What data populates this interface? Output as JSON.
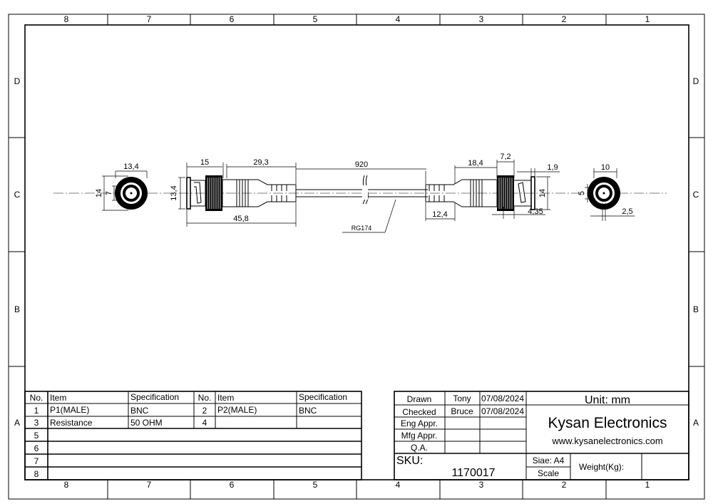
{
  "frame": {
    "columns": [
      "8",
      "7",
      "6",
      "5",
      "4",
      "3",
      "2",
      "1"
    ],
    "rows": [
      "D",
      "C",
      "B",
      "A"
    ]
  },
  "drawing": {
    "left_end_view": {
      "width": "13,4",
      "height": "14",
      "inner": "7"
    },
    "left_connector": {
      "ferrule": "15",
      "boot": "29,3",
      "height": "13,4",
      "total": "45,8"
    },
    "cable": {
      "length": "920",
      "type": "RG174"
    },
    "right_connector": {
      "boot": "18,4",
      "strain": "12,4",
      "nut": "7,2",
      "tip": "1,9",
      "height": "14",
      "pin": "4,35"
    },
    "right_end_view": {
      "width": "10",
      "inner": "5",
      "pin": "2,5"
    }
  },
  "bom": {
    "headers": [
      "No.",
      "Item",
      "Specification",
      "No.",
      "Item",
      "Specification"
    ],
    "rows": [
      [
        "1",
        "P1(MALE)",
        "BNC",
        "2",
        "P2(MALE)",
        "BNC"
      ],
      [
        "3",
        "Resistance",
        "50 OHM",
        "4",
        "",
        ""
      ]
    ],
    "extra_rows": [
      "5",
      "6",
      "7",
      "8"
    ]
  },
  "title_block": {
    "approvals": [
      {
        "role": "Drawn",
        "name": "Tony",
        "date": "07/08/2024"
      },
      {
        "role": "Checked",
        "name": "Bruce",
        "date": "07/08/2024"
      },
      {
        "role": "Eng Appr.",
        "name": "",
        "date": ""
      },
      {
        "role": "Mfg Appr.",
        "name": "",
        "date": ""
      },
      {
        "role": "Q.A.",
        "name": "",
        "date": ""
      }
    ],
    "unit": "Unit: mm",
    "company": "Kysan Electronics",
    "website": "www.kysanelectronics.com",
    "sku_label": "SKU:",
    "sku": "1170017",
    "size": "Siae: A4",
    "scale": "Scale",
    "weight": "Weight(Kg):"
  }
}
